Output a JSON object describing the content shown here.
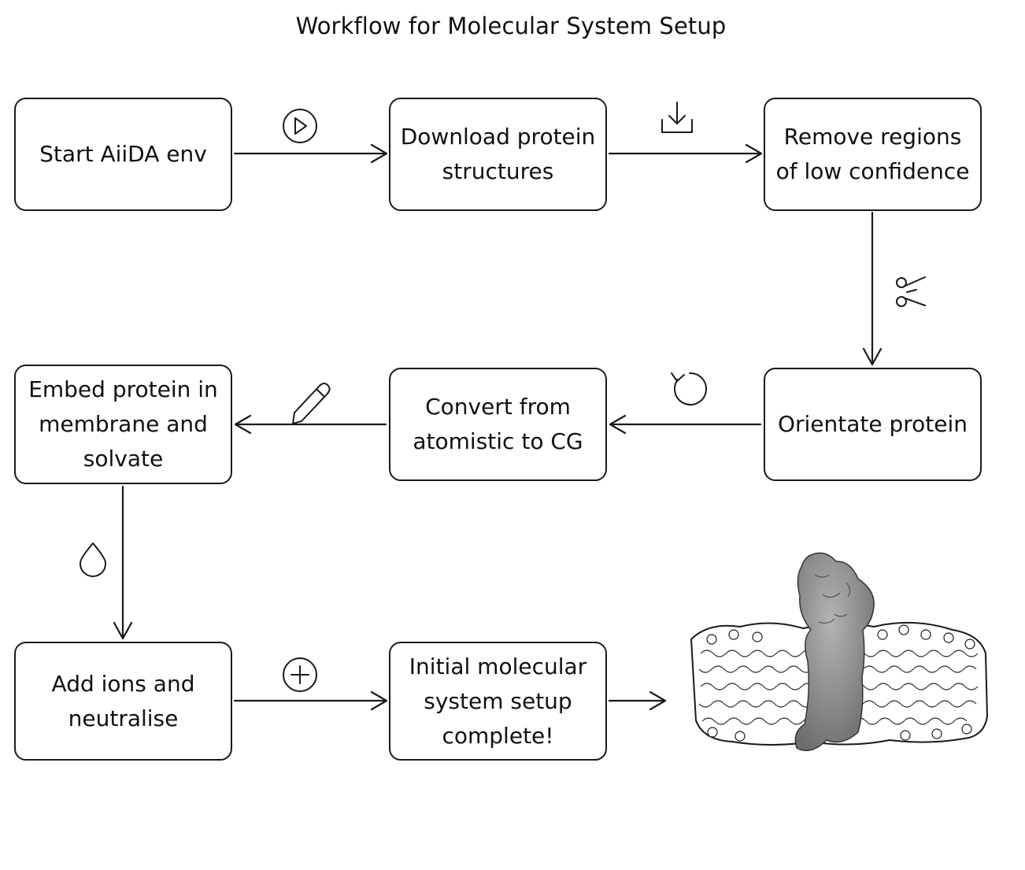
{
  "title": "Workflow for Molecular System Setup",
  "steps": [
    {
      "id": "start",
      "label": "Start AiiDA env"
    },
    {
      "id": "download",
      "label": "Download protein structures"
    },
    {
      "id": "remove",
      "label": "Remove regions of low confidence"
    },
    {
      "id": "orientate",
      "label": "Orientate protein"
    },
    {
      "id": "convert",
      "label": "Convert from atomistic to CG"
    },
    {
      "id": "embed",
      "label": "Embed protein in membrane and solvate"
    },
    {
      "id": "ions",
      "label": "Add ions and neutralise"
    },
    {
      "id": "complete",
      "label": "Initial molecular system setup complete!"
    }
  ],
  "edges": [
    {
      "from": "start",
      "to": "download",
      "icon": "play-icon"
    },
    {
      "from": "download",
      "to": "remove",
      "icon": "download-icon"
    },
    {
      "from": "remove",
      "to": "orientate",
      "icon": "scissors-icon"
    },
    {
      "from": "orientate",
      "to": "convert",
      "icon": "rotate-icon"
    },
    {
      "from": "convert",
      "to": "embed",
      "icon": "pencil-icon"
    },
    {
      "from": "embed",
      "to": "ions",
      "icon": "droplet-icon"
    },
    {
      "from": "ions",
      "to": "complete",
      "icon": "plus-circle-icon"
    },
    {
      "from": "complete",
      "to": "membrane-protein-image",
      "icon": ""
    }
  ],
  "result_image": "membrane-protein-image",
  "colors": {
    "stroke": "#1a1a1a",
    "background": "#ffffff",
    "protein": "#8a8a8a"
  }
}
